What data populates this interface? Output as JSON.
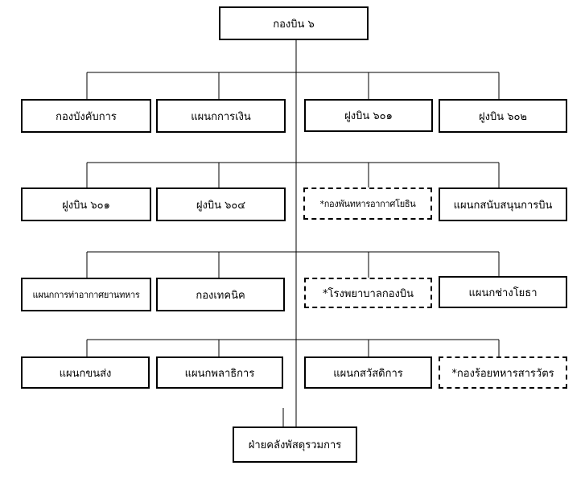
{
  "org_chart": {
    "root": "กองบิน ๖",
    "row1": [
      "กองบังคับการ",
      "แผนกการเงิน",
      "ฝูงบิน ๖๐๑",
      "ฝูงบิน ๖๐๒"
    ],
    "row2": [
      "ฝูงบิน ๖๐๑",
      "ฝูงบิน ๖๐๔",
      "*กองพันทหารอากาศโยธิน",
      "แผนกสนับสนุนการบิน"
    ],
    "row3": [
      "แผนกการท่าอากาศยานทหาร",
      "กองเทคนิค",
      "*โรงพยาบาลกองบิน",
      "แผนกช่างโยธา"
    ],
    "row4": [
      "แผนกขนส่ง",
      "แผนกพลาธิการ",
      "แผนกสวัสดิการ",
      "*กองร้อยทหารสารวัตร"
    ],
    "bottom": "ฝ่ายคลังพัสดุรวมการ"
  }
}
